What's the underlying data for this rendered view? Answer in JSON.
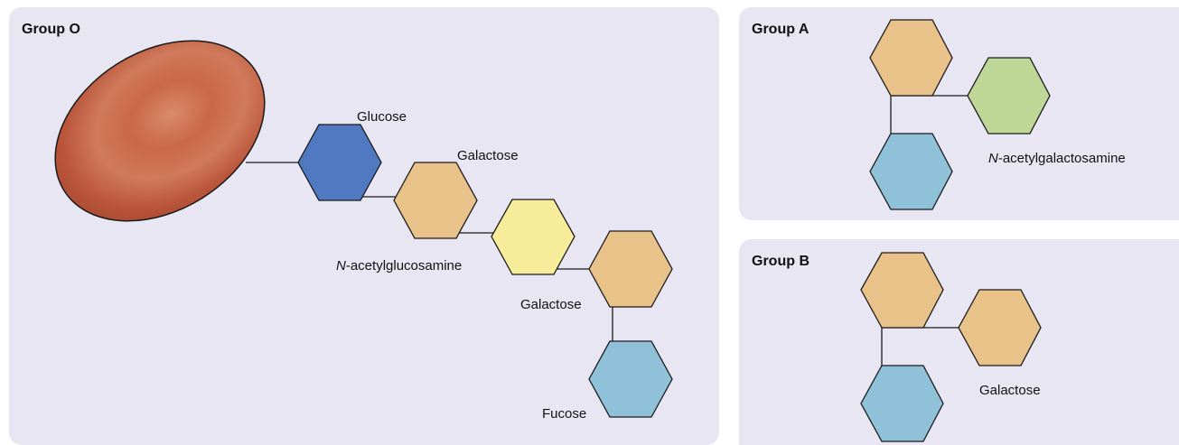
{
  "colors": {
    "panel_bg": "#e8e6f3",
    "glucose": "#4f79c0",
    "galactose": "#e8c289",
    "n_acetylglucosamine": "#f6ec9a",
    "fucose": "#8fc1d9",
    "n_acetylgalactosamine": "#bed696",
    "red_blood_cell": "#c9674a"
  },
  "group_o": {
    "title": "Group O",
    "labels": {
      "glucose": "Glucose",
      "galactose_1": "Galactose",
      "n_acetyl_prefix": "N",
      "n_acetylglucosamine_rest": "-acetylglucosamine",
      "galactose_2": "Galactose",
      "fucose": "Fucose"
    }
  },
  "group_a": {
    "title": "Group A",
    "n_acetyl_prefix": "N",
    "n_acetylgalactosamine_rest": "-acetylgalactosamine"
  },
  "group_b": {
    "title": "Group B",
    "galactose": "Galactose"
  }
}
